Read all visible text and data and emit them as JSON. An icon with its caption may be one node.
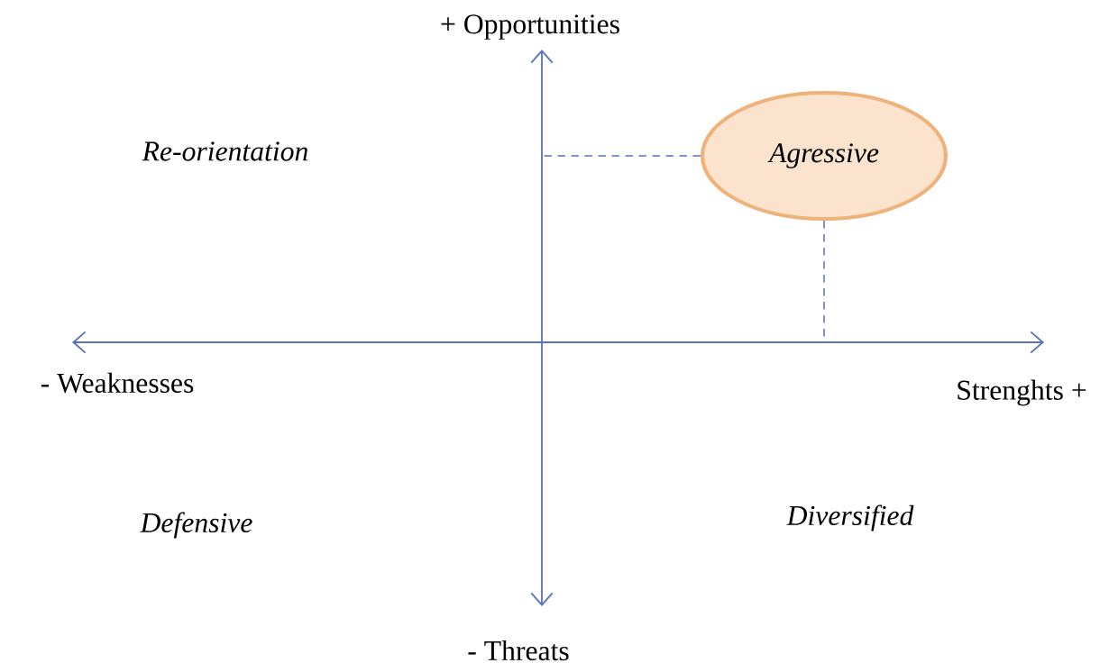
{
  "diagram": {
    "nodes": [
      {
        "text": [
          "Agressive"
        ]
      }
    ],
    "labels": [
      "+ Opportunities",
      "Re-orientation",
      "- Weaknesses",
      "Strenghts +",
      "Defensive",
      "Diversified",
      "- Threats"
    ]
  }
}
